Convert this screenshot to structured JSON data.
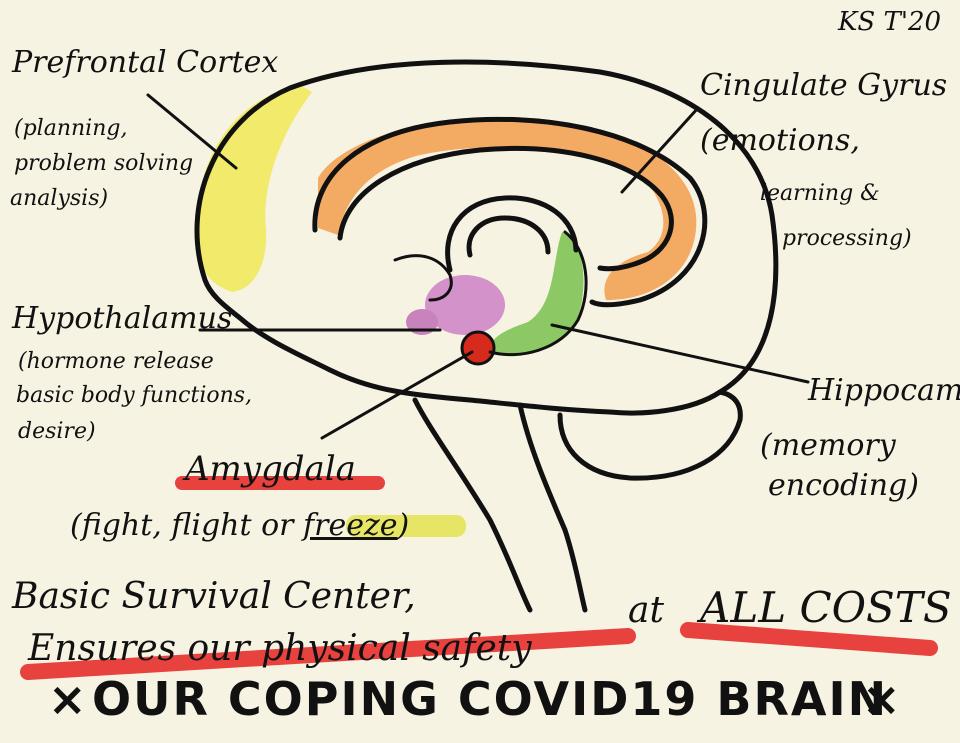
{
  "signature": "KS T'20",
  "labels": {
    "prefrontal": {
      "title": "Prefrontal Cortex",
      "desc": [
        "(planning,",
        "problem solving",
        "analysis)"
      ]
    },
    "cingulate": {
      "title": "Cingulate Gyrus",
      "desc": [
        "(emotions,",
        "learning &",
        "processing)"
      ]
    },
    "hypothalamus": {
      "title": "Hypothalamus",
      "desc": [
        "(hormone release",
        "basic body functions,",
        "desire)"
      ]
    },
    "hippocampus": {
      "title": "Hippocampus",
      "desc": [
        "(memory",
        "encoding)"
      ]
    },
    "amygdala": {
      "title": "Amygdala",
      "desc_prefix": "(fight, flight or ",
      "desc_highlight": "freeze",
      "desc_suffix": ")"
    }
  },
  "survival": {
    "line1": "Basic Survival Center,",
    "line2": "Ensures our physical safety",
    "line2_tail": "at",
    "emphasis": "ALL COSTS"
  },
  "footer": {
    "title": "OUR COPING COVID19 BRAIN",
    "star": "×"
  },
  "colors": {
    "background": "#f7f3e3",
    "prefrontal": "#f1ea6a",
    "cingulate": "#f3aa63",
    "hippocampus": "#8cc964",
    "hypothalamus": "#d392c9",
    "amygdala": "#d62a1c",
    "underline": "#e8423f",
    "highlight": "#e6e565"
  }
}
